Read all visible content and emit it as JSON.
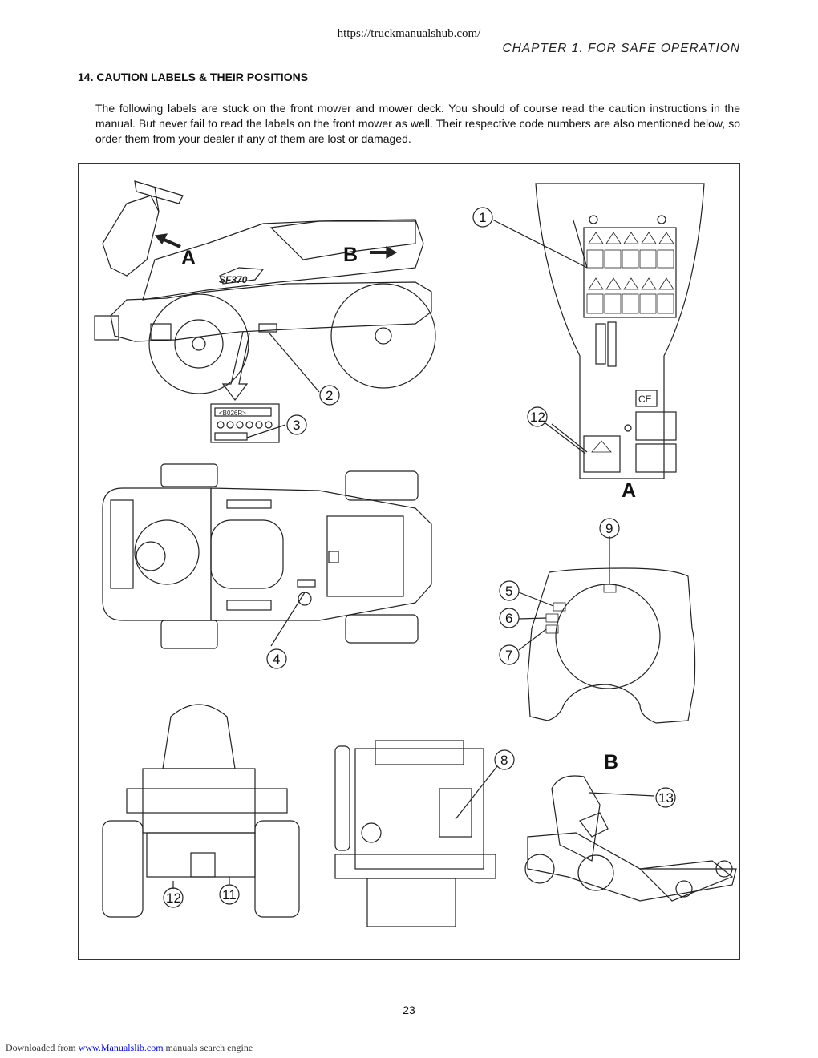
{
  "header": {
    "url": "https://truckmanualshub.com/",
    "chapter": "CHAPTER 1. FOR SAFE OPERATION"
  },
  "section": {
    "title": "14. CAUTION LABELS & THEIR POSITIONS",
    "intro": "The following labels are stuck on the front mower and mower deck. You should of course read the caution instructions in the manual. But never fail to read the labels on the front mower as well. Their respective code numbers are also mentioned below, so order them from your dealer if any of them are lost or damaged."
  },
  "figure": {
    "model_badge": "SF370",
    "view_letters": {
      "a": "A",
      "b": "B"
    },
    "callouts": [
      "1",
      "2",
      "3",
      "4",
      "5",
      "6",
      "7",
      "8",
      "9",
      "11",
      "12",
      "13"
    ],
    "label_code": "<B026R>"
  },
  "footer": {
    "page_number": "23",
    "downloaded_prefix": "Downloaded from ",
    "link_text": "www.Manualslib.com",
    "suffix": " manuals search engine"
  }
}
